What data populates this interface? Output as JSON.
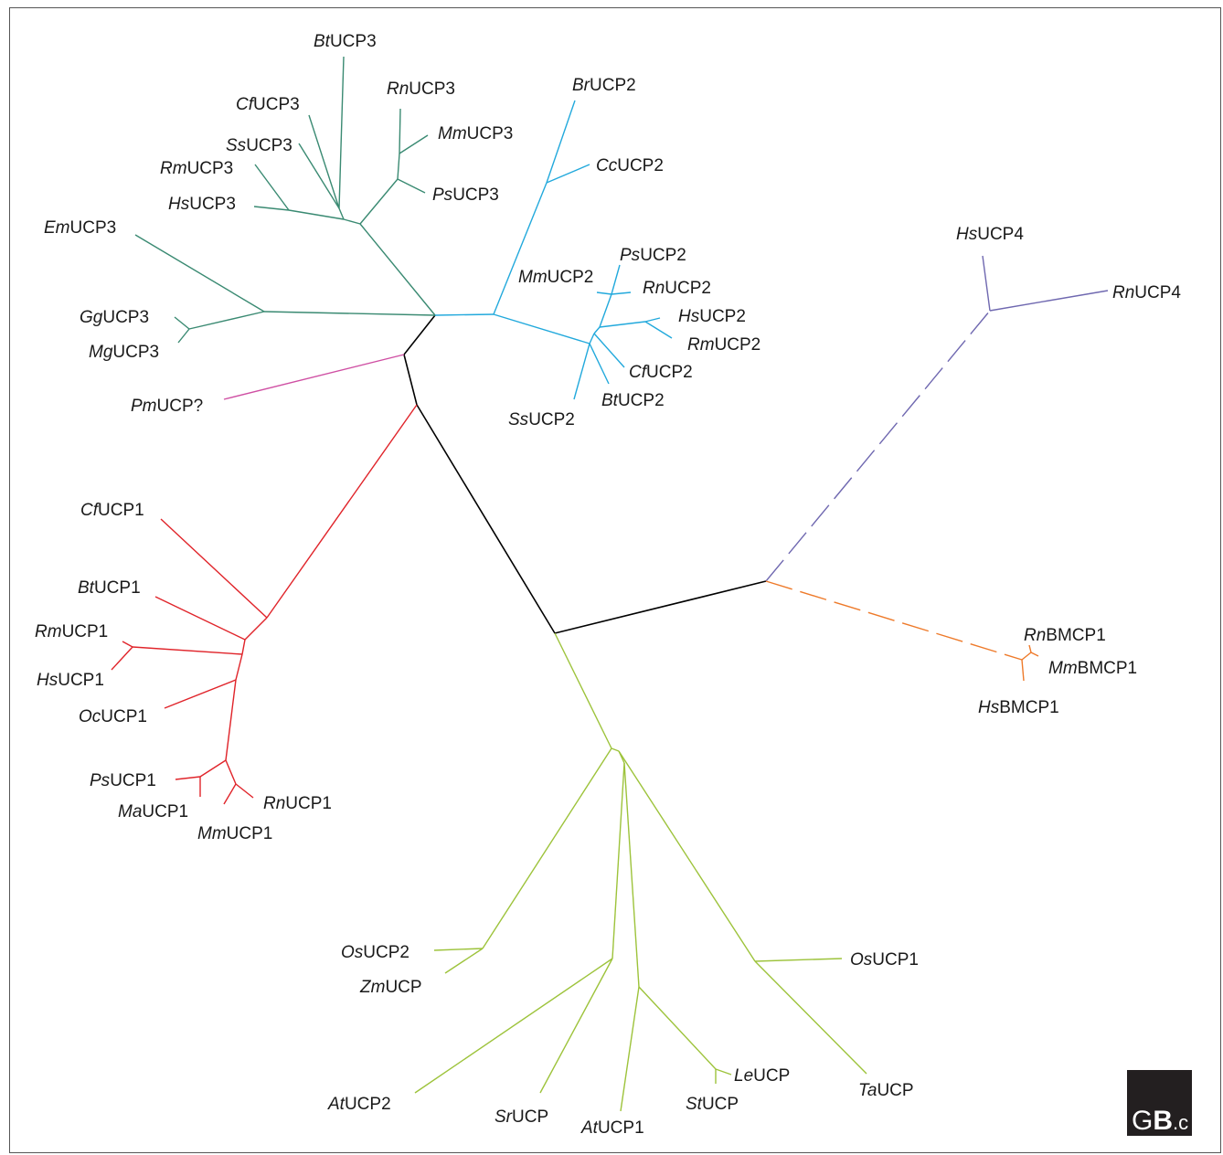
{
  "colors": {
    "ucp3": "#3a8a72",
    "ucp2": "#22a9dc",
    "ucp4": "#6f68b0",
    "bmcp1": "#ee7a2a",
    "ucp1": "#e0242a",
    "plant": "#9dc33b",
    "pm": "#cf4fa3",
    "backbone": "#000000"
  },
  "labels": {
    "BtUCP3": {
      "sp": "Bt",
      "gene": "UCP3"
    },
    "RnUCP3": {
      "sp": "Rn",
      "gene": "UCP3"
    },
    "CfUCP3": {
      "sp": "Cf",
      "gene": "UCP3"
    },
    "MmUCP3": {
      "sp": "Mm",
      "gene": "UCP3"
    },
    "SsUCP3": {
      "sp": "Ss",
      "gene": "UCP3"
    },
    "RmUCP3": {
      "sp": "Rm",
      "gene": "UCP3"
    },
    "PsUCP3": {
      "sp": "Ps",
      "gene": "UCP3"
    },
    "HsUCP3": {
      "sp": "Hs",
      "gene": "UCP3"
    },
    "EmUCP3": {
      "sp": "Em",
      "gene": "UCP3"
    },
    "GgUCP3": {
      "sp": "Gg",
      "gene": "UCP3"
    },
    "MgUCP3": {
      "sp": "Mg",
      "gene": "UCP3"
    },
    "PmUCP": {
      "sp": "Pm",
      "gene": "UCP?"
    },
    "BrUCP2": {
      "sp": "Br",
      "gene": "UCP2"
    },
    "CcUCP2": {
      "sp": "Cc",
      "gene": "UCP2"
    },
    "PsUCP2": {
      "sp": "Ps",
      "gene": "UCP2"
    },
    "MmUCP2": {
      "sp": "Mm",
      "gene": "UCP2"
    },
    "RnUCP2": {
      "sp": "Rn",
      "gene": "UCP2"
    },
    "HsUCP2": {
      "sp": "Hs",
      "gene": "UCP2"
    },
    "RmUCP2": {
      "sp": "Rm",
      "gene": "UCP2"
    },
    "CfUCP2": {
      "sp": "Cf",
      "gene": "UCP2"
    },
    "BtUCP2": {
      "sp": "Bt",
      "gene": "UCP2"
    },
    "SsUCP2": {
      "sp": "Ss",
      "gene": "UCP2"
    },
    "HsUCP4": {
      "sp": "Hs",
      "gene": "UCP4"
    },
    "RnUCP4": {
      "sp": "Rn",
      "gene": "UCP4"
    },
    "CfUCP1": {
      "sp": "Cf",
      "gene": "UCP1"
    },
    "BtUCP1": {
      "sp": "Bt",
      "gene": "UCP1"
    },
    "RmUCP1": {
      "sp": "Rm",
      "gene": "UCP1"
    },
    "HsUCP1": {
      "sp": "Hs",
      "gene": "UCP1"
    },
    "OcUCP1": {
      "sp": "Oc",
      "gene": "UCP1"
    },
    "PsUCP1": {
      "sp": "Ps",
      "gene": "UCP1"
    },
    "MaUCP1": {
      "sp": "Ma",
      "gene": "UCP1"
    },
    "RnUCP1": {
      "sp": "Rn",
      "gene": "UCP1"
    },
    "MmUCP1": {
      "sp": "Mm",
      "gene": "UCP1"
    },
    "RnBMCP1": {
      "sp": "Rn",
      "gene": "BMCP1"
    },
    "MmBMCP1": {
      "sp": "Mm",
      "gene": "BMCP1"
    },
    "HsBMCP1": {
      "sp": "Hs",
      "gene": "BMCP1"
    },
    "OsUCP2": {
      "sp": "Os",
      "gene": "UCP2"
    },
    "ZmUCP": {
      "sp": "Zm",
      "gene": "UCP"
    },
    "OsUCP1": {
      "sp": "Os",
      "gene": "UCP1"
    },
    "AtUCP2": {
      "sp": "At",
      "gene": "UCP2"
    },
    "SrUCP": {
      "sp": "Sr",
      "gene": "UCP"
    },
    "AtUCP1": {
      "sp": "At",
      "gene": "UCP1"
    },
    "LeUCP": {
      "sp": "Le",
      "gene": "UCP"
    },
    "StUCP": {
      "sp": "St",
      "gene": "UCP"
    },
    "TaUCP": {
      "sp": "Ta",
      "gene": "UCP"
    }
  },
  "logo": {
    "main": "GB",
    "suffix": ".c"
  }
}
